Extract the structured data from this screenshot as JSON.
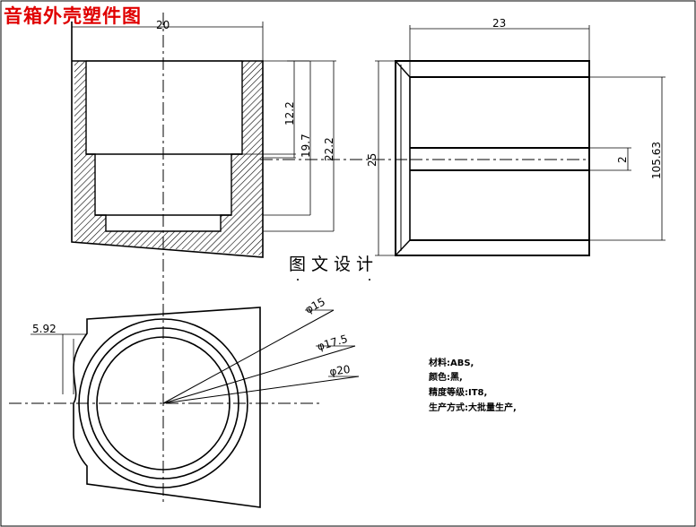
{
  "title": "音箱外壳塑件图",
  "caption": "图文设计",
  "dimensions": {
    "top_width": "20",
    "side_width": "23",
    "depth_inner": "12.2",
    "depth_mid": "19.7",
    "depth_total": "22.2",
    "side_height": "25",
    "side_slot_width": "2",
    "side_slot_pos": "105.63",
    "edge_offset": "5.92",
    "dia_small": "φ15",
    "dia_mid": "φ17.5",
    "dia_large": "φ20"
  },
  "notes": [
    "材料:ABS,",
    "颜色:黑,",
    "精度等级:IT8,",
    "生产方式:大批量生产,"
  ]
}
